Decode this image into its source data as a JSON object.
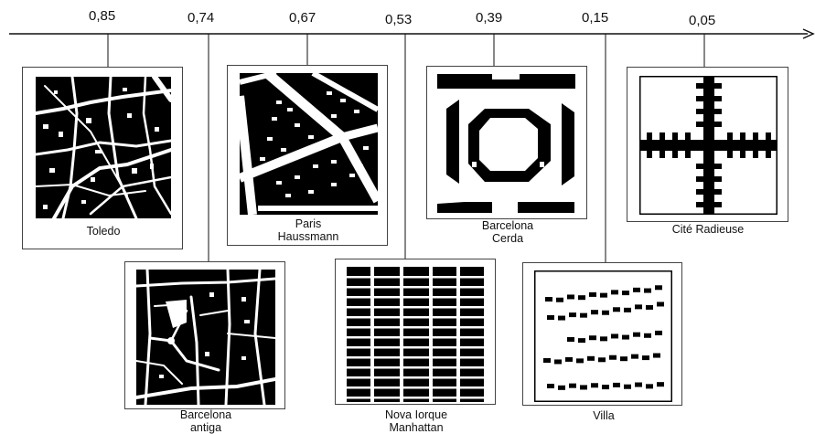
{
  "scale": {
    "values": [
      "0,85",
      "0,74",
      "0,67",
      "0,53",
      "0,39",
      "0,15",
      "0,05"
    ]
  },
  "cities": [
    {
      "name": "Toledo",
      "sub": "",
      "value": "0,85"
    },
    {
      "name": "Barcelona",
      "sub": "antiga",
      "value": "0,74"
    },
    {
      "name": "Paris",
      "sub": "Haussmann",
      "value": "0,67"
    },
    {
      "name": "Nova Iorque",
      "sub": "Manhattan",
      "value": "0,53"
    },
    {
      "name": "Barcelona",
      "sub": "Cerda",
      "value": "0,39"
    },
    {
      "name": "Villa",
      "sub": "",
      "value": "0,15"
    },
    {
      "name": "Cité Radieuse",
      "sub": "",
      "value": "0,05"
    }
  ]
}
